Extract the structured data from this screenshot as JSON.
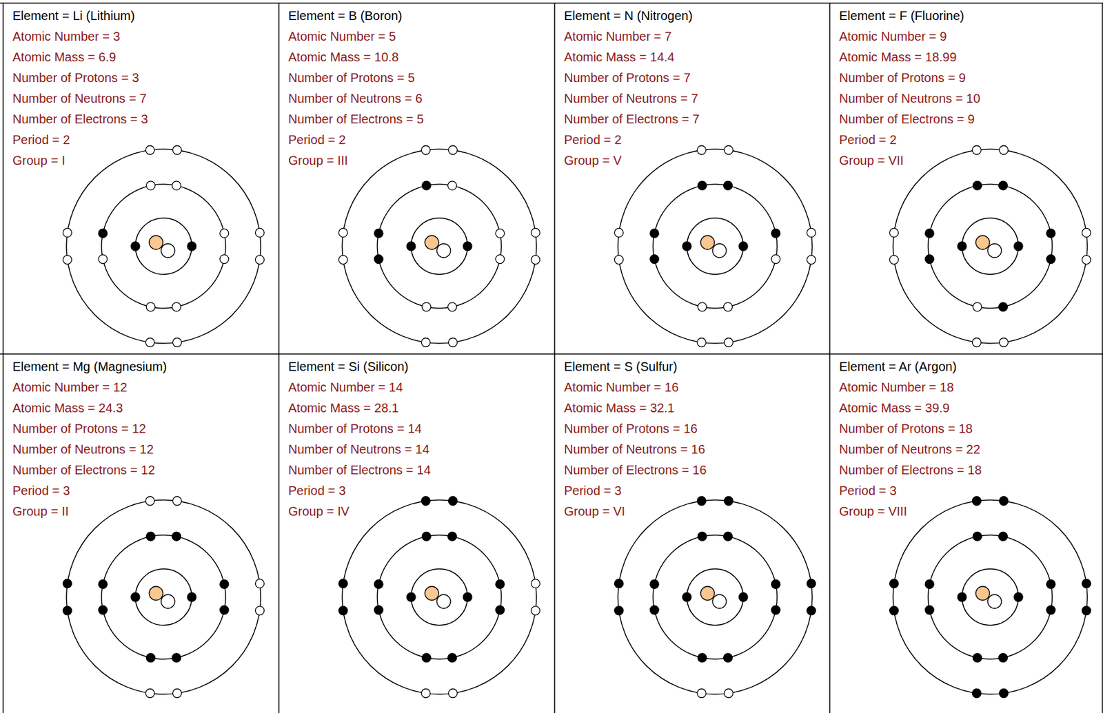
{
  "diagram": {
    "nodes": [
      {
        "text": [
          "Element = Li (Lithium)",
          "Atomic Number = 3",
          "Atomic Mass = 6.9",
          "Number of Protons = 3",
          "Number of Neutrons = 7",
          "Number of Electrons = 3",
          "Period = 2",
          "Group = I"
        ]
      },
      {
        "text": [
          "Element = B (Boron)",
          "Atomic Number = 5",
          "Atomic Mass = 10.8",
          "Number of Protons = 5",
          "Number of Neutrons = 6",
          "Number of Electrons = 5",
          "Period = 2",
          "Group = III"
        ]
      },
      {
        "text": [
          "Element = N (Nitrogen)",
          "Atomic Number = 7",
          "Atomic Mass = 14.4",
          "Number of Protons = 7",
          "Number of Neutrons = 7",
          "Number of Electrons = 7",
          "Period = 2",
          "Group = V"
        ]
      },
      {
        "text": [
          "Element = F (Fluorine)",
          "Atomic Number = 9",
          "Atomic Mass = 18.99",
          "Number of Protons = 9",
          "Number of Neutrons = 10",
          "Number of Electrons = 9",
          "Period = 2",
          "Group = VII"
        ]
      },
      {
        "text": [
          "Element = Mg (Magnesium)",
          "Atomic Number = 12",
          "Atomic Mass = 24.3",
          "Number of Protons = 12",
          "Number of Neutrons = 12",
          "Number of Electrons = 12",
          "Period = 3",
          "Group = II"
        ]
      },
      {
        "text": [
          "Element = Si (Silicon)",
          "Atomic Number = 14",
          "Atomic Mass = 28.1",
          "Number of Protons = 14",
          "Number of Neutrons = 14",
          "Number of Electrons = 14",
          "Period = 3",
          "Group = IV"
        ]
      },
      {
        "text": [
          "Element = S (Sulfur)",
          "Atomic Number = 16",
          "Atomic Mass = 32.1",
          "Number of Protons = 16",
          "Number of Neutrons = 16",
          "Number of Electrons = 16",
          "Period = 3",
          "Group = VI"
        ]
      },
      {
        "text": [
          "Element = Ar (Argon)",
          "Atomic Number = 18",
          "Atomic Mass = 39.9",
          "Number of Protons = 18",
          "Number of Neutrons = 22",
          "Number of Electrons = 18",
          "Period = 3",
          "Group = VIII"
        ]
      }
    ]
  }
}
